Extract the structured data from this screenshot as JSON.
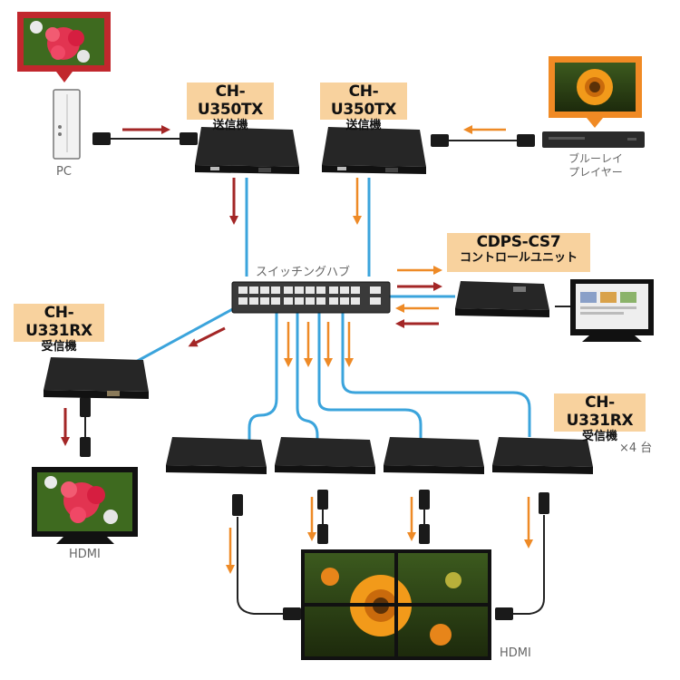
{
  "tx_left": {
    "model": "CH-U350TX",
    "sub": "送信機"
  },
  "tx_right": {
    "model": "CH-U350TX",
    "sub": "送信機"
  },
  "control": {
    "model": "CDPS-CS7",
    "sub": "コントロールユニット"
  },
  "rx_single": {
    "model": "CH-U331RX",
    "sub": "受信機"
  },
  "rx_group": {
    "model": "CH-U331RX",
    "sub": "受信機",
    "count": "×4 台"
  },
  "switch_label": "スイッチングハブ",
  "pc_label": "PC",
  "bluray_label_line1": "ブルーレイ",
  "bluray_label_line2": "プレイヤー",
  "hdmi_single_label": "HDMI",
  "hdmi_wall_label": "HDMI",
  "colors": {
    "label_bg": "#f8d29e",
    "cable_blue": "#3ba4dc",
    "arrow_red": "#a32626",
    "arrow_orange": "#ee8a26",
    "frame_red": "#c1272d",
    "frame_orange": "#f08a24"
  }
}
